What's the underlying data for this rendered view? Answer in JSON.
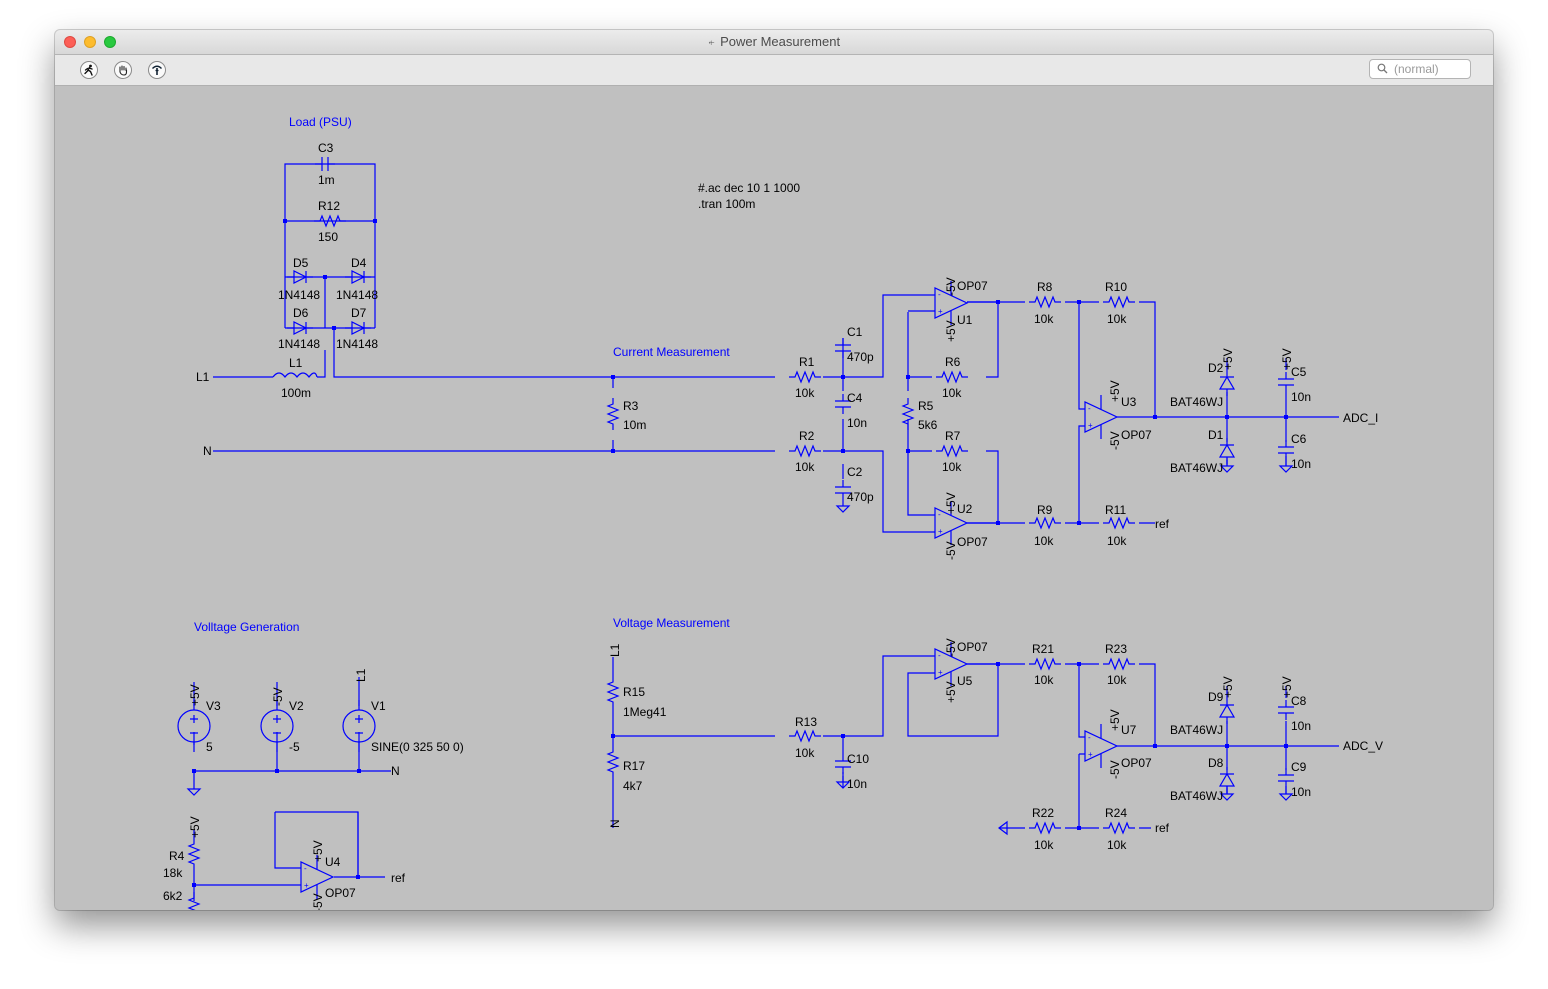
{
  "window": {
    "title": "Power Measurement"
  },
  "toolbar": {
    "tools": [
      "run-icon",
      "pan-icon",
      "probe-icon"
    ],
    "search_placeholder": "(normal)"
  },
  "directives": {
    "line1": "#.ac dec 10 1 1000",
    "line2": ".tran 100m"
  },
  "comments": {
    "load": "Load (PSU)",
    "current": "Current Measurement",
    "voltage_meas": "Voltage Measurement",
    "voltage_gen": "Volltage Generation"
  },
  "colors": {
    "wire": "#0000ff",
    "canvas": "#c0c0c0",
    "text": "#000000"
  },
  "components": {
    "C3": {
      "name": "C3",
      "value": "1m"
    },
    "R12": {
      "name": "R12",
      "value": "150"
    },
    "D5": {
      "name": "D5",
      "value": "1N4148"
    },
    "D4": {
      "name": "D4",
      "value": "1N4148"
    },
    "D6": {
      "name": "D6",
      "value": "1N4148"
    },
    "D7": {
      "name": "D7",
      "value": "1N4148"
    },
    "L1": {
      "name": "L1",
      "value": "100m"
    },
    "R3": {
      "name": "R3",
      "value": "10m"
    },
    "R1": {
      "name": "R1",
      "value": "10k"
    },
    "R2": {
      "name": "R2",
      "value": "10k"
    },
    "C1": {
      "name": "C1",
      "value": "470p"
    },
    "C4": {
      "name": "C4",
      "value": "10n"
    },
    "C2": {
      "name": "C2",
      "value": "470p"
    },
    "U1": {
      "name": "U1",
      "value": "OP07"
    },
    "U2": {
      "name": "U2",
      "value": "OP07"
    },
    "U3": {
      "name": "U3",
      "value": "OP07"
    },
    "R6": {
      "name": "R6",
      "value": "10k"
    },
    "R5": {
      "name": "R5",
      "value": "5k6"
    },
    "R7": {
      "name": "R7",
      "value": "10k"
    },
    "R8": {
      "name": "R8",
      "value": "10k"
    },
    "R10": {
      "name": "R10",
      "value": "10k"
    },
    "R9": {
      "name": "R9",
      "value": "10k"
    },
    "R11": {
      "name": "R11",
      "value": "10k"
    },
    "D2": {
      "name": "D2",
      "value": "BAT46WJ"
    },
    "D1": {
      "name": "D1",
      "value": "BAT46WJ"
    },
    "C5": {
      "name": "C5",
      "value": "10n"
    },
    "C6": {
      "name": "C6",
      "value": "10n"
    },
    "R15": {
      "name": "R15",
      "value": "1Meg41"
    },
    "R17": {
      "name": "R17",
      "value": "4k7"
    },
    "R13": {
      "name": "R13",
      "value": "10k"
    },
    "C10": {
      "name": "C10",
      "value": "10n"
    },
    "U5": {
      "name": "U5",
      "value": "OP07"
    },
    "U7": {
      "name": "U7",
      "value": "OP07"
    },
    "R21": {
      "name": "R21",
      "value": "10k"
    },
    "R23": {
      "name": "R23",
      "value": "10k"
    },
    "R22": {
      "name": "R22",
      "value": "10k"
    },
    "R24": {
      "name": "R24",
      "value": "10k"
    },
    "D9": {
      "name": "D9",
      "value": "BAT46WJ"
    },
    "D8": {
      "name": "D8",
      "value": "BAT46WJ"
    },
    "C8": {
      "name": "C8",
      "value": "10n"
    },
    "C9": {
      "name": "C9",
      "value": "10n"
    },
    "V3": {
      "name": "V3",
      "value": "5"
    },
    "V2": {
      "name": "V2",
      "value": "-5"
    },
    "V1": {
      "name": "V1",
      "value": "SINE(0 325 50 0)"
    },
    "R4": {
      "name": "R4",
      "value": "18k"
    },
    "R4b": {
      "value": "6k2"
    },
    "R4c": {
      "value": "6k2"
    },
    "U4": {
      "name": "U4",
      "value": "OP07"
    }
  },
  "nets": {
    "L1": "L1",
    "N": "N",
    "ADC_I": "ADC_I",
    "ADC_V": "ADC_V",
    "ref": "ref",
    "plus5": "+5V",
    "minus5": "-5V"
  }
}
